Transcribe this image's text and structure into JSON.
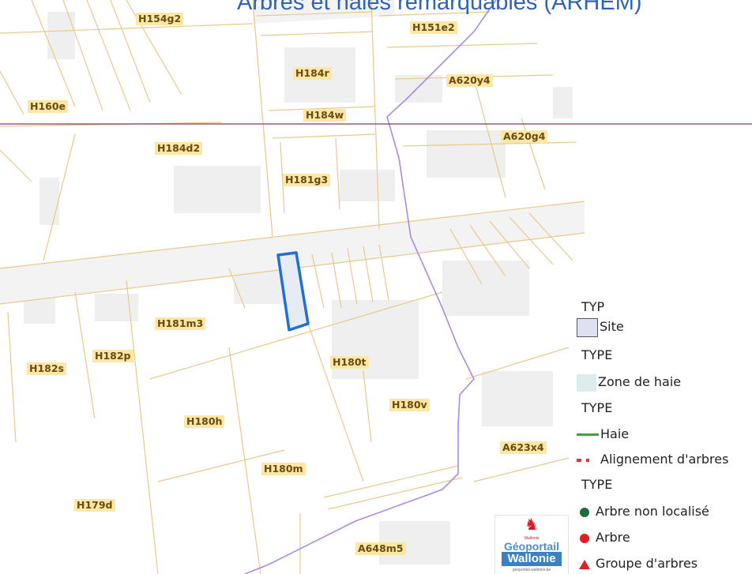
{
  "title": "Arbres et haies remarquables (ARHEM)",
  "parcels": [
    {
      "id": "H154g2"
    },
    {
      "id": "H151e2"
    },
    {
      "id": "H184r"
    },
    {
      "id": "A620y4"
    },
    {
      "id": "H160e"
    },
    {
      "id": "H184w"
    },
    {
      "id": "A620g4"
    },
    {
      "id": "H184d2"
    },
    {
      "id": "H181g3"
    },
    {
      "id": "H181m3"
    },
    {
      "id": "H182p"
    },
    {
      "id": "H182s"
    },
    {
      "id": "H180t"
    },
    {
      "id": "H180v"
    },
    {
      "id": "H180h"
    },
    {
      "id": "A623x4"
    },
    {
      "id": "H180m"
    },
    {
      "id": "H179d"
    },
    {
      "id": "A648m5"
    }
  ],
  "legend": {
    "sections": [
      {
        "header": "TYP",
        "items": [
          {
            "label": "Site",
            "symbol": "square-outline-icon",
            "color": "#dde2ee"
          }
        ]
      },
      {
        "header": "TYPE",
        "items": [
          {
            "label": "Zone de haie",
            "symbol": "square-fill-icon",
            "color": "#dcebeb"
          }
        ]
      },
      {
        "header": "TYPE",
        "items": [
          {
            "label": "Haie",
            "symbol": "line-icon",
            "color": "#3aa63a"
          },
          {
            "label": "Alignement d'arbres",
            "symbol": "dashed-line-icon",
            "color": "#e03030"
          }
        ]
      },
      {
        "header": "TYPE",
        "items": [
          {
            "label": "Arbre non localisé",
            "symbol": "circle-icon",
            "color": "#1f6b3a"
          },
          {
            "label": "Arbre",
            "symbol": "circle-icon",
            "color": "#e02020"
          },
          {
            "label": "Groupe d'arbres",
            "symbol": "triangle-icon",
            "color": "#e02020"
          }
        ]
      }
    ]
  },
  "logo": {
    "line1": "Géoportail",
    "line2": "Wallonie",
    "small": "Wallonie",
    "url": "geoportail.wallonie.be"
  },
  "colors": {
    "site_outline": "#1f6fd6",
    "waterway": "#a98be0",
    "parcel_line": "#e8c98a",
    "label_bg": "#fde7a6",
    "divider": "#8a3a52"
  }
}
